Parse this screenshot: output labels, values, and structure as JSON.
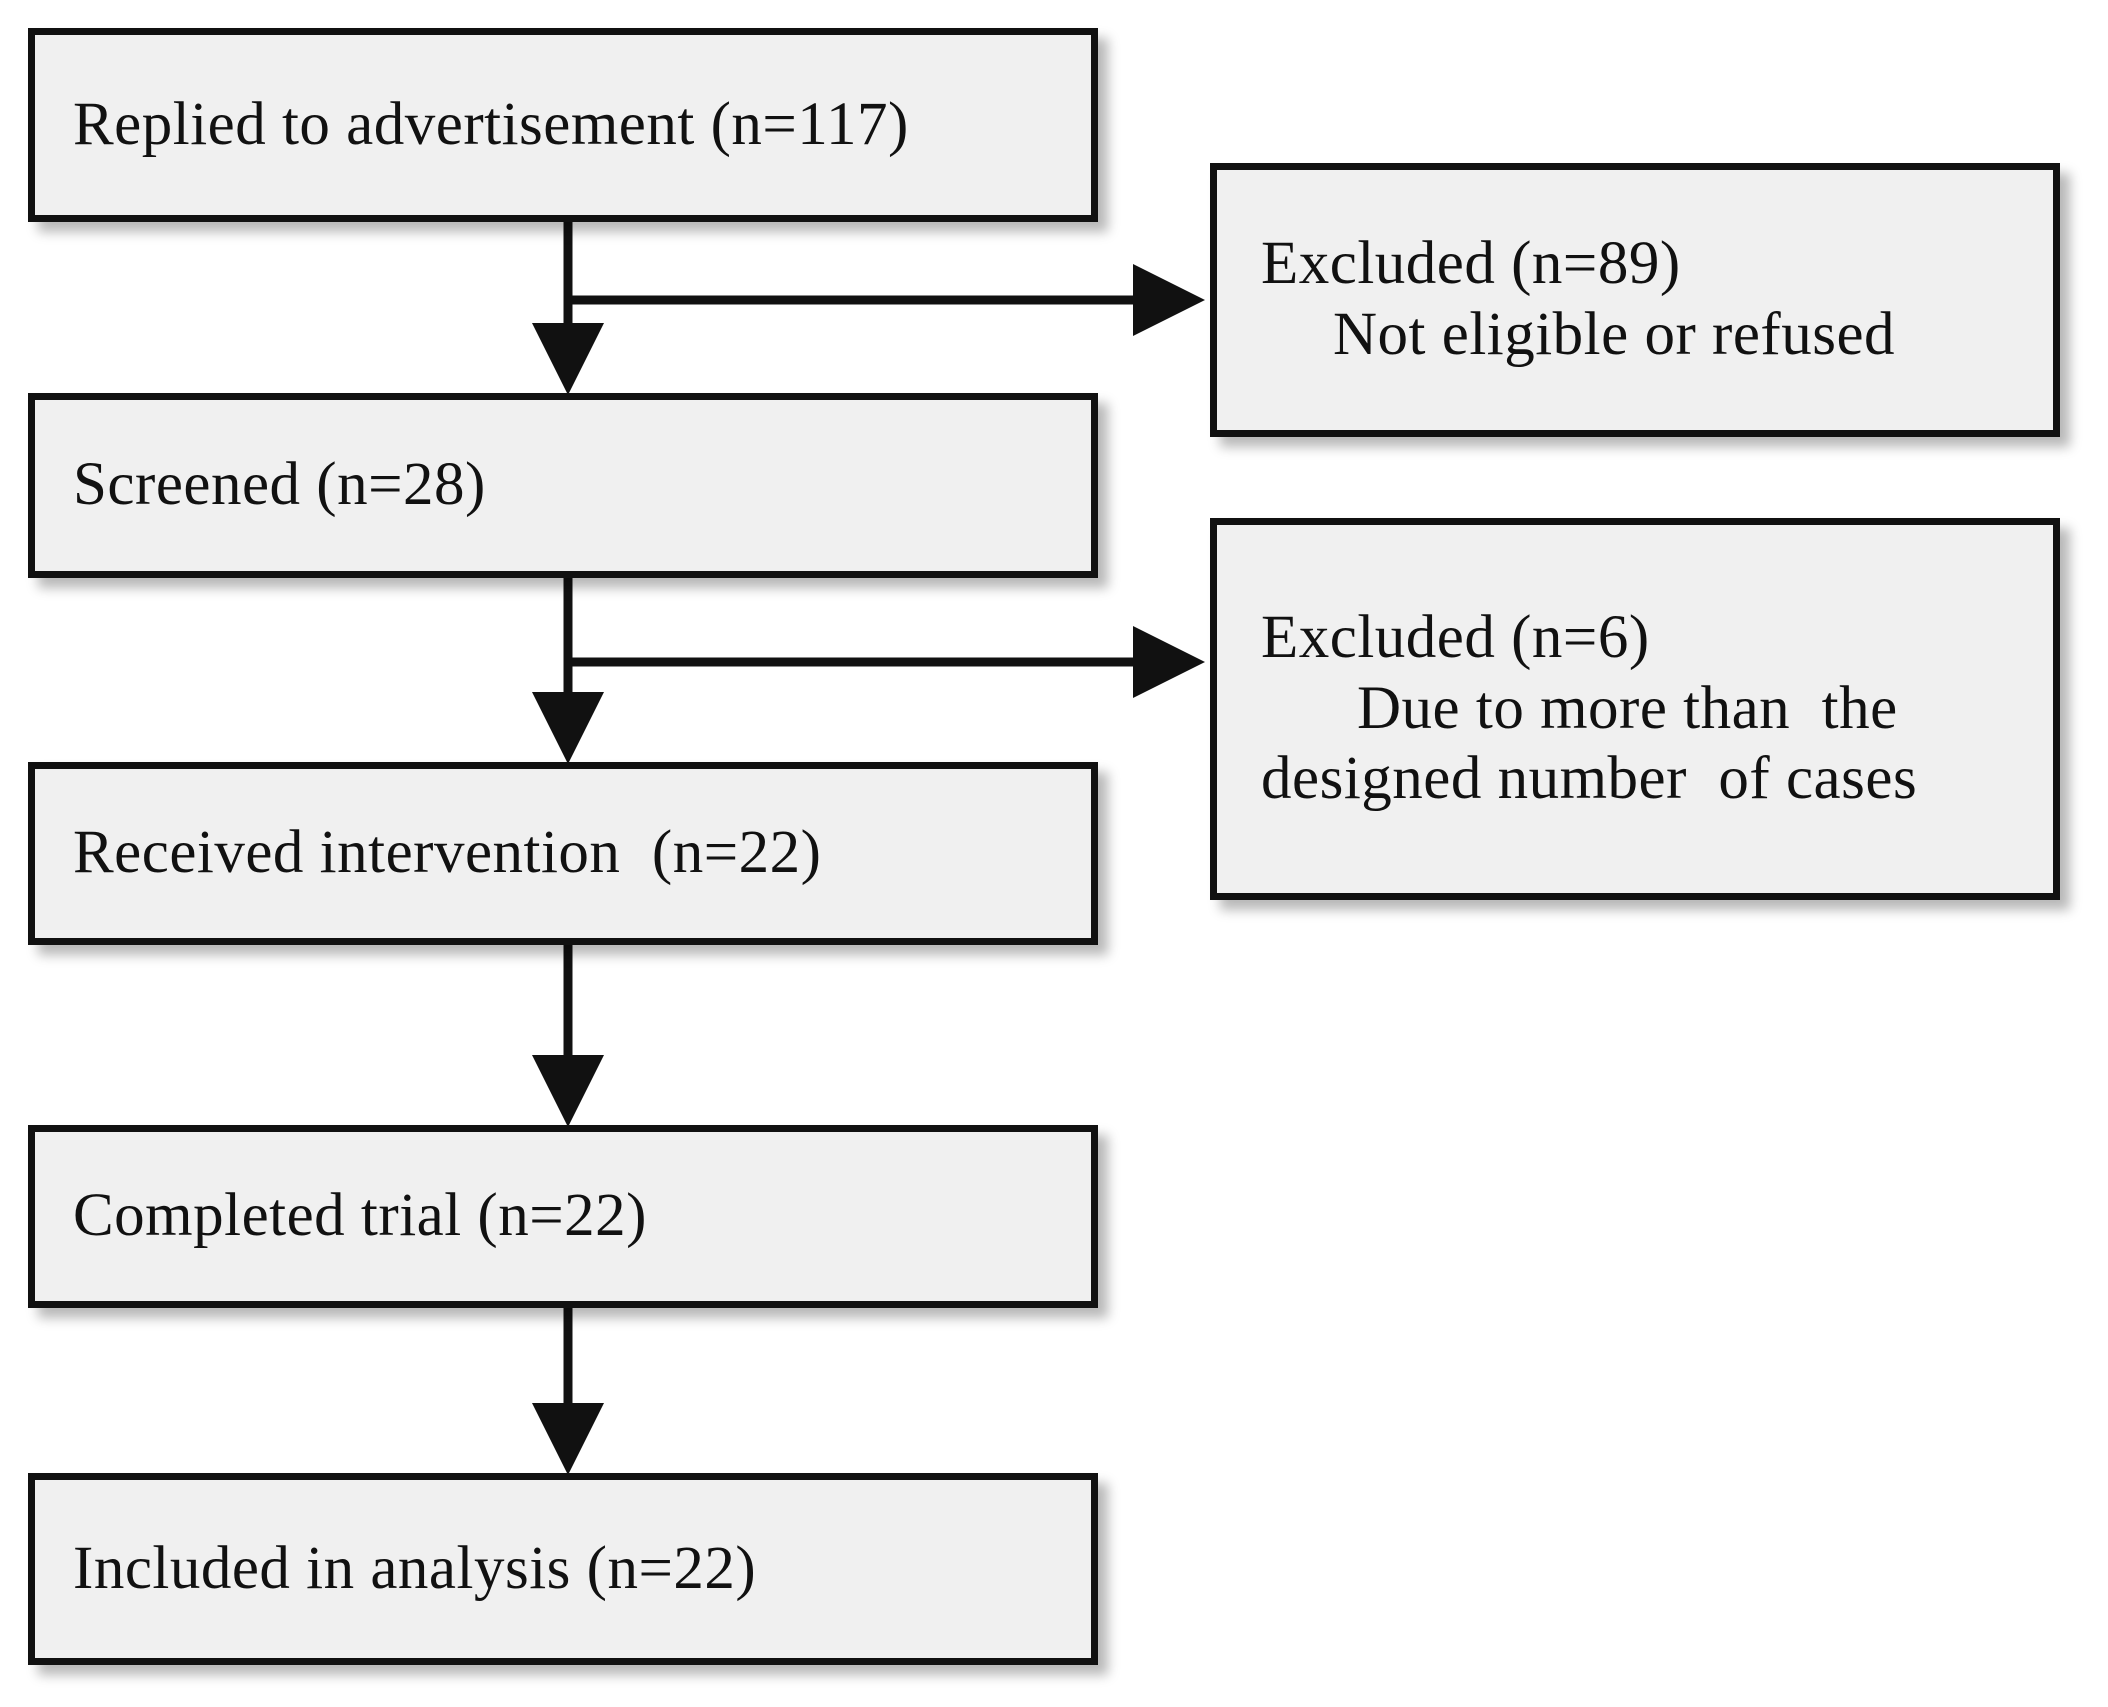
{
  "figure": {
    "type": "flow-diagram",
    "title": "CONSORT participant flow diagram",
    "background_color": "#ffffff",
    "box_fill_color": "#f0f0f0",
    "box_border_color": "#111111",
    "connector_color": "#111111"
  },
  "nodes": {
    "replied": {
      "id": "replied-to-advertisement",
      "column": "left",
      "lines": [
        "Replied to advertisement (n=117)"
      ],
      "count": 117
    },
    "screened": {
      "id": "screened",
      "column": "left",
      "lines": [
        "Screened (n=28)"
      ],
      "count": 28
    },
    "received": {
      "id": "received-intervention",
      "column": "left",
      "lines": [
        "Received intervention  (n=22)"
      ],
      "count": 22
    },
    "completed": {
      "id": "completed-trial",
      "column": "left",
      "lines": [
        "Completed trial (n=22)"
      ],
      "count": 22
    },
    "included": {
      "id": "included-in-analysis",
      "column": "left",
      "lines": [
        "Included in analysis (n=22)"
      ],
      "count": 22
    },
    "excluded_89": {
      "id": "excluded-89",
      "column": "right",
      "lines": [
        "Excluded (n=89)",
        "Not eligible or refused"
      ],
      "count": 89
    },
    "excluded_6": {
      "id": "excluded-6",
      "column": "right",
      "lines": [
        "Excluded (n=6)",
        "Due to more than  the",
        "designed number  of cases"
      ],
      "count": 6
    }
  },
  "edges": [
    {
      "from": "replied",
      "to": "screened",
      "style": "vertical-arrow"
    },
    {
      "from": "replied",
      "to": "excluded_89",
      "style": "branch-right-arrow"
    },
    {
      "from": "screened",
      "to": "received",
      "style": "vertical-arrow"
    },
    {
      "from": "screened",
      "to": "excluded_6",
      "style": "branch-right-arrow"
    },
    {
      "from": "received",
      "to": "completed",
      "style": "vertical-arrow"
    },
    {
      "from": "completed",
      "to": "included",
      "style": "vertical-arrow"
    }
  ]
}
